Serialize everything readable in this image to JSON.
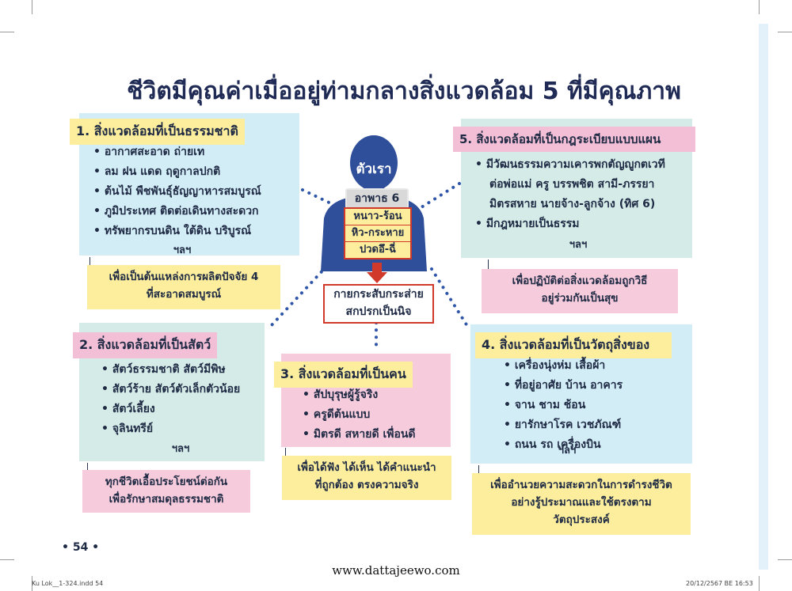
{
  "title": "ชีวิตมีคุณค่าเมื่ออยู่ท่ามกลางสิ่งแวดล้อม 5 ที่มีคุณภาพ",
  "center": {
    "self_label": "ตัวเรา",
    "organ_label": "อาพาธ 6",
    "symptoms": [
      "หนาว-ร้อน",
      "หิว-กระหาย",
      "ปวดอึ-ฉี่"
    ],
    "body_box": [
      "กายกระสับกระส่าย",
      "สกปรกเป็นนิจ"
    ]
  },
  "sections": {
    "nature": {
      "heading": "1. สิ่งแวดล้อมที่เป็นธรรมชาติ",
      "items": [
        "อากาศสะอาด ถ่ายเท",
        "ลม ฝน แดด ฤดูกาลปกติ",
        "ต้นไม้ พืชพันธุ์ธัญญาหารสมบูรณ์",
        "ภูมิประเทศ ติดต่อเดินทางสะดวก",
        "ทรัพยากรบนดิน ใต้ดิน บริบูรณ์"
      ],
      "etc": "ฯลฯ",
      "note": [
        "เพื่อเป็นต้นแหล่งการผลิตปัจจัย 4",
        "ที่สะอาดสมบูรณ์"
      ]
    },
    "animals": {
      "heading": "2. สิ่งแวดล้อมที่เป็นสัตว์",
      "items": [
        "สัตว์ธรรมชาติ สัตว์มีพิษ",
        "สัตว์ร้าย สัตว์ตัวเล็กตัวน้อย",
        "สัตว์เลี้ยง",
        "จุลินทรีย์"
      ],
      "etc": "ฯลฯ",
      "note": [
        "ทุกชีวิตเอื้อประโยชน์ต่อกัน",
        "เพื่อรักษาสมดุลธรรมชาติ"
      ]
    },
    "people": {
      "heading": "3. สิ่งแวดล้อมที่เป็นคน",
      "items": [
        "สัปบุรุษผู้รู้จริง",
        "ครูดีต้นแบบ",
        "มิตรดี สหายดี เพื่อนดี"
      ],
      "note": [
        "เพื่อได้ฟัง ได้เห็น ได้คำแนะนำ",
        "ที่ถูกต้อง ตรงความจริง"
      ]
    },
    "objects": {
      "heading": "4. สิ่งแวดล้อมที่เป็นวัตถุสิ่งของ",
      "items": [
        "เครื่องนุ่งห่ม เสื้อผ้า",
        "ที่อยู่อาศัย บ้าน อาคาร",
        "จาน ชาม ช้อน",
        "ยารักษาโรค เวชภัณฑ์",
        "ถนน รถ เครื่องบิน"
      ],
      "etc": "ฯลฯ",
      "note": [
        "เพื่ออำนวยความสะดวกในการดำรงชีวิต",
        "อย่างรู้ประมาณและใช้ตรงตาม",
        "วัตถุประสงค์"
      ]
    },
    "rules": {
      "heading": "5. สิ่งแวดล้อมที่เป็นกฎระเบียบแบบแผน",
      "items": [
        "มีวัฒนธรรมความเคารพกตัญญูกตเวที",
        "มีกฎหมายเป็นธรรม"
      ],
      "item1_lines": [
        "ต่อพ่อแม่ ครู บรรพชิต สามี-ภรรยา",
        "มิตรสหาย นายจ้าง-ลูกจ้าง (ทิศ 6)"
      ],
      "etc": "ฯลฯ",
      "note": [
        "เพื่อปฏิบัติต่อสิ่งแวดล้อมถูกวิธี",
        "อยู่ร่วมกันเป็นสุข"
      ]
    }
  },
  "footer": {
    "page_number": "• 54 •",
    "website": "www.dattajeewo.com",
    "file_label": "Ku Lok__1-324.indd 54",
    "timestamp": "20/12/2567 BE 16:53"
  },
  "colors": {
    "panel_blue": "#d3edf7",
    "panel_teal": "#d4ebe7",
    "panel_pink": "#f6cbdc",
    "heading_yellow": "#fcee9c",
    "body_navy": "#2f4f9a",
    "accent_red": "#d13a2b",
    "dots": "#2f56a8"
  }
}
